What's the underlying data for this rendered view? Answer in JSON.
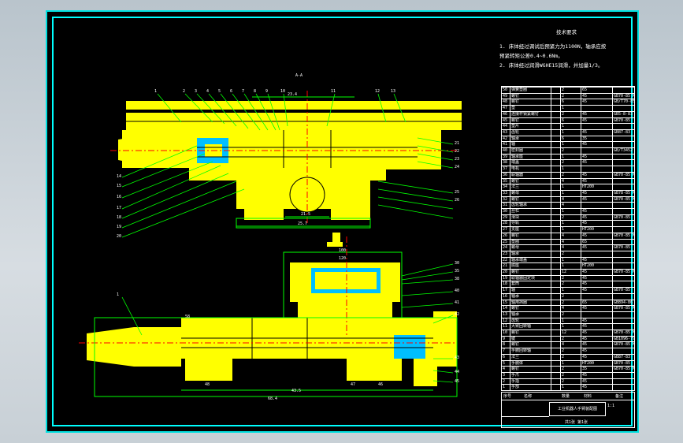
{
  "drawing": {
    "top_marker": "A-A",
    "tech_requirements": {
      "heading": "技术要求",
      "lines": [
        "1.  床体经过调试后预紧力为1100N，轴承应按",
        "预紧转矩公差0.4~0.6Nm。",
        "2.  床体经过润滑WGHE15润滑，并加量1/3。"
      ]
    },
    "dimensions": {
      "top_view": [
        "23.4",
        "25.7",
        "21.5"
      ],
      "bottom_view": [
        "100",
        "120",
        "58",
        "68.4",
        "43.5"
      ]
    },
    "part_numbers_top": [
      "1",
      "2",
      "3",
      "4",
      "5",
      "6",
      "7",
      "8",
      "9",
      "10",
      "11",
      "12",
      "13",
      "14",
      "15",
      "16",
      "17",
      "18",
      "19",
      "20",
      "21",
      "22",
      "23",
      "24",
      "25",
      "26"
    ],
    "part_numbers_bottom": [
      "1",
      "30",
      "35",
      "38",
      "40",
      "41",
      "42",
      "43",
      "44",
      "45",
      "46",
      "47",
      "48"
    ],
    "bom": [
      [
        "50",
        "弹簧垫圈",
        "2",
        "65",
        ""
      ],
      [
        "49",
        "螺钉",
        "2",
        "45",
        "GB70-85 M3x7"
      ],
      [
        "48",
        "螺钉",
        "6",
        "45",
        "GB/T70-85"
      ],
      [
        "47",
        "垫",
        "1",
        "",
        ""
      ],
      [
        "46",
        "连接杆锁紧螺钉",
        "2",
        "45",
        "GB5-8-83"
      ],
      [
        "45",
        "螺钉",
        "6",
        "45",
        "GB70-85"
      ],
      [
        "44",
        "垫片",
        "1",
        "",
        ""
      ],
      [
        "43",
        "齿轮",
        "1",
        "45",
        "GB87-83"
      ],
      [
        "42",
        "轴承",
        "6",
        "35",
        ""
      ],
      [
        "41",
        "轴",
        "1",
        "45",
        ""
      ],
      [
        "40",
        "密封圈",
        "2",
        "",
        "GB/T3452"
      ],
      [
        "39",
        "轴承座",
        "1",
        "45",
        ""
      ],
      [
        "38",
        "端盖",
        "2",
        "45",
        ""
      ],
      [
        "37",
        "电机",
        "1",
        "",
        ""
      ],
      [
        "36",
        "联轴器",
        "2",
        "45",
        "GB70-85 M3x8"
      ],
      [
        "35",
        "螺钉",
        "4",
        "45",
        ""
      ],
      [
        "34",
        "法兰",
        "1",
        "HT200",
        ""
      ],
      [
        "33",
        "螺母",
        "1",
        "45",
        "GB78-85 M3x5"
      ],
      [
        "32",
        "螺钉",
        "4",
        "45",
        "GB70-85 M3x6"
      ],
      [
        "31",
        "齿轮轴承",
        "4",
        "",
        ""
      ],
      [
        "30",
        "丝杠",
        "1",
        "45",
        ""
      ],
      [
        "29",
        "滑块",
        "2",
        "45",
        "GB70-85"
      ],
      [
        "28",
        "导轨",
        "1",
        "45",
        ""
      ],
      [
        "27",
        "支座",
        "1",
        "HT200",
        ""
      ],
      [
        "26",
        "螺钉",
        "4",
        "45",
        "GB70-85 M3x12"
      ],
      [
        "25",
        "垫圈",
        "4",
        "65",
        ""
      ],
      [
        "24",
        "螺母",
        "4",
        "45",
        "GB70-85"
      ],
      [
        "23",
        "轴承",
        "2",
        "",
        ""
      ],
      [
        "22",
        "轴承端盖",
        "1",
        "45",
        ""
      ],
      [
        "21",
        "底座",
        "1",
        "HT200",
        ""
      ],
      [
        "20",
        "螺钉",
        "12",
        "45",
        "GB70-85 M3x8"
      ],
      [
        "19",
        "联轴器固定块",
        "2",
        "45",
        ""
      ],
      [
        "18",
        "套筒",
        "2",
        "45",
        ""
      ],
      [
        "17",
        "轴",
        "1",
        "45",
        "GB70-85"
      ],
      [
        "16",
        "轴承",
        "2",
        "",
        ""
      ],
      [
        "15",
        "轴用挡圈",
        "2",
        "65",
        "GB894-86"
      ],
      [
        "14",
        "螺钉",
        "4",
        "45",
        "GB70-85 M3x7"
      ],
      [
        "13",
        "轴承",
        "2",
        "",
        ""
      ],
      [
        "12",
        "齿轮",
        "1",
        "45",
        ""
      ],
      [
        "11",
        "大臂回转轴",
        "1",
        "45",
        ""
      ],
      [
        "10",
        "螺钉",
        "12",
        "45",
        "GB70-85 M3x7"
      ],
      [
        "9",
        "键",
        "2",
        "45",
        "GB1096-79"
      ],
      [
        "8",
        "螺钉",
        "4",
        "45",
        "GB70-85 M3x8"
      ],
      [
        "7",
        "手腕回转轴",
        "2",
        "45",
        ""
      ],
      [
        "6",
        "法兰",
        "2",
        "45",
        "GB87-83"
      ],
      [
        "5",
        "手腕体",
        "1",
        "HT200",
        "GB70-85"
      ],
      [
        "4",
        "螺钉",
        "2",
        "35",
        "GB70-85 M3x6"
      ],
      [
        "3",
        "手爪",
        "2",
        "45",
        ""
      ],
      [
        "2",
        "手指",
        "2",
        "45",
        ""
      ],
      [
        "1",
        "手部",
        "1",
        "45",
        ""
      ]
    ],
    "title_block": {
      "name": "工业机器人手臂装配图",
      "scale": "1:1",
      "sheet": "共1张 第1张",
      "header_cols": [
        "序号",
        "名称",
        "数量",
        "材料",
        "备注"
      ]
    }
  },
  "colors": {
    "part_fill": "#ffff00",
    "outline": "#00ff00",
    "frame": "#00ffff",
    "leader": "#00ff00",
    "centerline": "#ff0000",
    "hatch": "#00bfff"
  }
}
